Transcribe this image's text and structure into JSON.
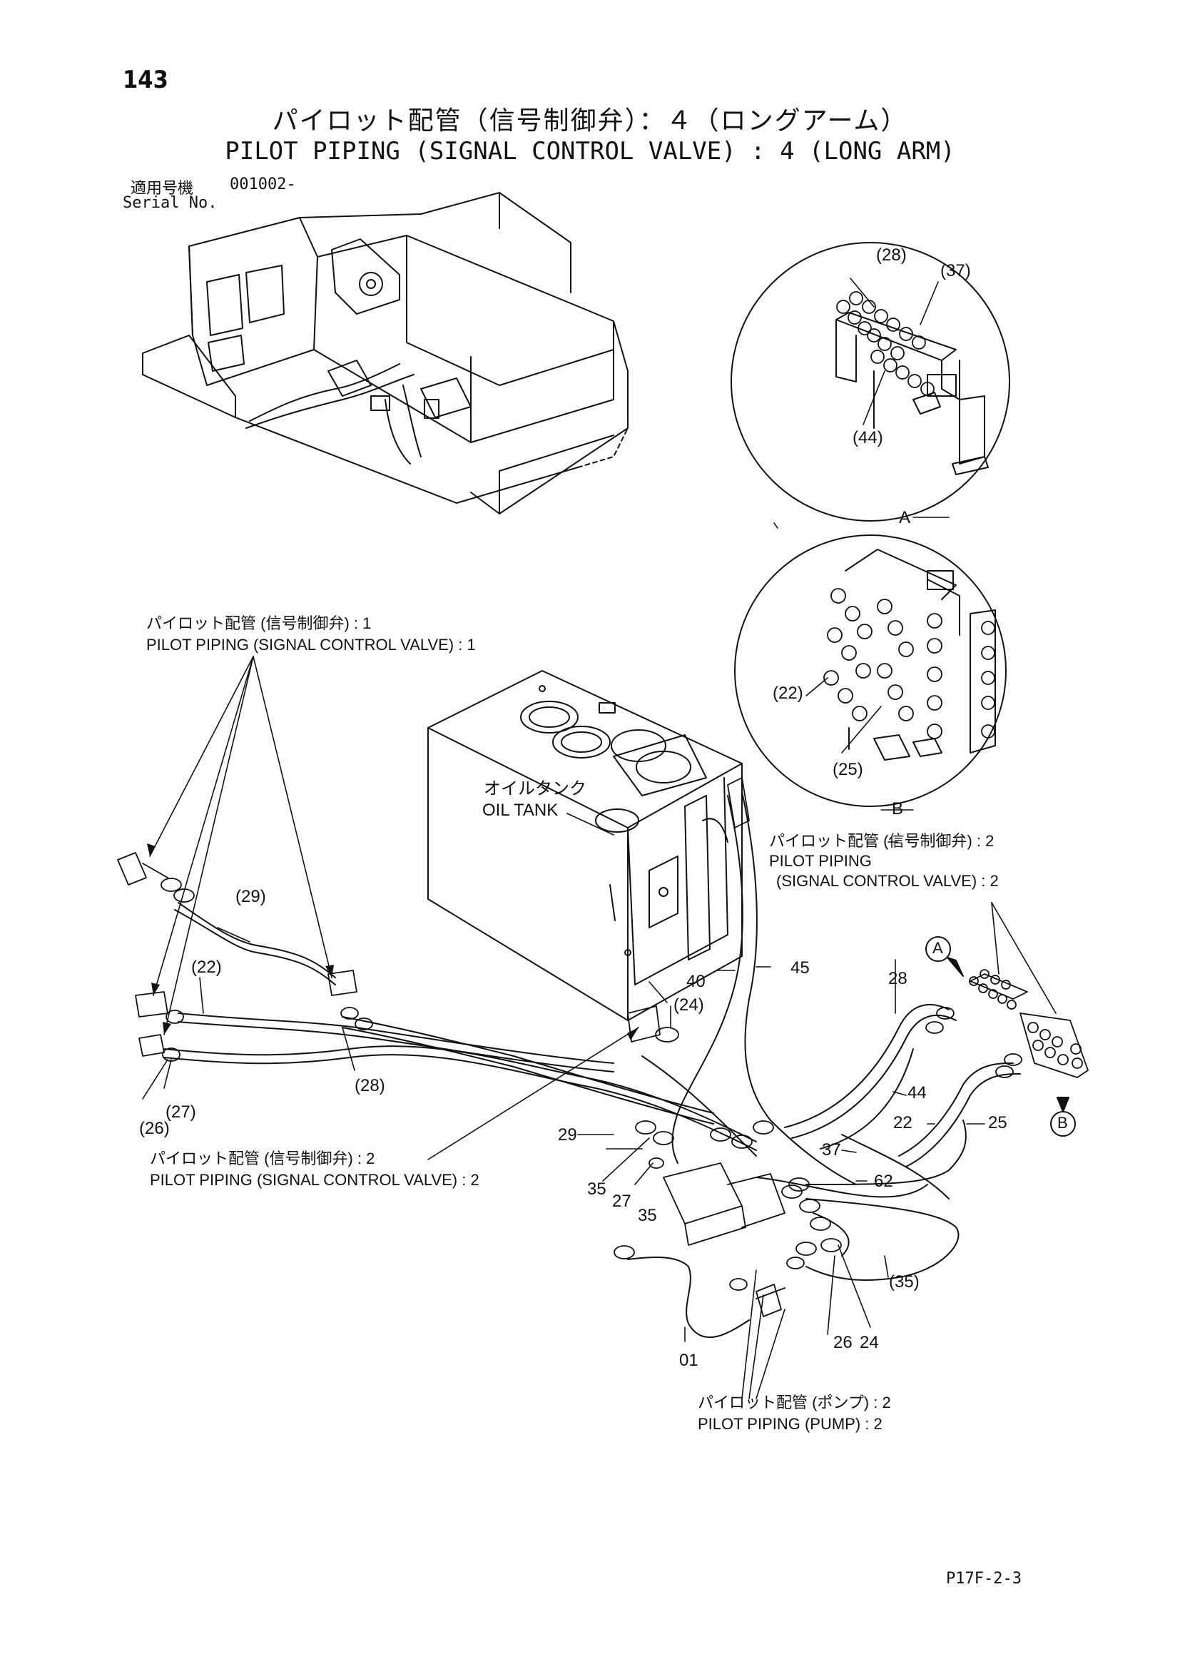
{
  "page": {
    "number": "143",
    "title_jp": "パイロット配管（信号制御弁）：４（ロングアーム）",
    "title_en": "PILOT PIPING (SIGNAL CONTROL VALVE) : 4 (LONG ARM)",
    "serial_label_jp": "適用号機",
    "serial_value": "001002-",
    "serial_label_en": "Serial No.",
    "code": "P17F-2-3"
  },
  "callouts": {
    "scv1_jp": "パイロット配管 (信号制御弁) : 1",
    "scv1_en": "PILOT PIPING (SIGNAL CONTROL VALVE) : 1",
    "scv2_right_jp": "パイロット配管 (信号制御弁) : 2",
    "scv2_right_en1": "PILOT PIPING",
    "scv2_right_en2": "(SIGNAL CONTROL VALVE) : 2",
    "scv2_left_jp": "パイロット配管 (信号制御弁) : 2",
    "scv2_left_en": "PILOT PIPING (SIGNAL CONTROL VALVE) : 2",
    "pump_jp": "パイロット配管 (ポンプ) : 2",
    "pump_en": "PILOT PIPING (PUMP) : 2",
    "oil_tank_jp": "オイルタンク",
    "oil_tank_en": "OIL TANK"
  },
  "detail_views": {
    "a": {
      "letter": "A",
      "labels": [
        "(28)",
        "(37)",
        "(44)"
      ]
    },
    "b": {
      "letter": "B",
      "labels": [
        "(22)",
        "(25)"
      ]
    }
  },
  "markers": {
    "a": "A",
    "b": "B"
  },
  "part_labels": {
    "p29_paren": "(29)",
    "p22_paren": "(22)",
    "p24_paren": "(24)",
    "p28_paren": "(28)",
    "p27_paren": "(27)",
    "p26_paren": "(26)",
    "p40": "40",
    "p45": "45",
    "p28": "28",
    "p44": "44",
    "p22": "22",
    "p25": "25",
    "p29": "29",
    "p37": "37",
    "p62": "62",
    "p35_a": "35",
    "p27": "27",
    "p35_b": "35",
    "p35_paren": "(35)",
    "p26": "26",
    "p24": "24",
    "p01": "01"
  }
}
